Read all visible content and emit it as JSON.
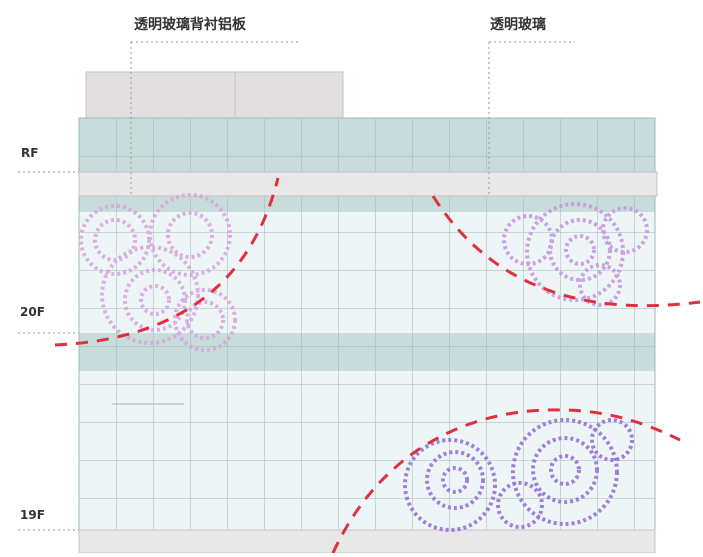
{
  "callouts": {
    "left": "透明玻璃背衬铝板",
    "right": "透明玻璃"
  },
  "floors": {
    "rf": "RF",
    "f20": "20F",
    "f19": "19F"
  },
  "colors": {
    "panel_band": "#c9dcdc",
    "curtain_wall": "#eef5f7",
    "grid_line": "#9db9bd",
    "roof_block": "#e3dfe0",
    "slab": "#e8e8e8",
    "floral_pink": "#d8a8e0",
    "floral_purple": "#9a7ad8",
    "dash_red": "#e03040",
    "leader": "#9a9a9a"
  }
}
